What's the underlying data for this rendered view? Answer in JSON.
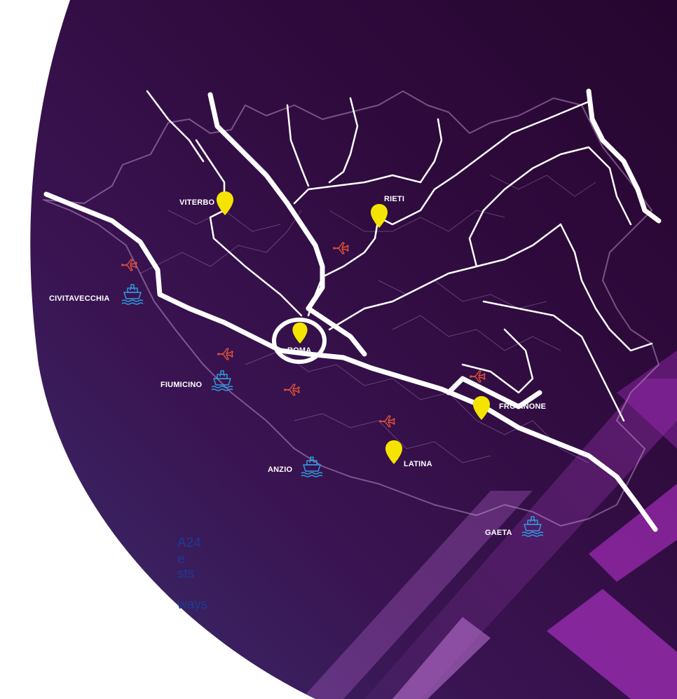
{
  "side_text": {
    "line1": "A24",
    "line2": "e",
    "line3": "sts",
    "line4": "ways"
  },
  "colors": {
    "background_dark": "#2a0a36",
    "background_mid": "#3a1052",
    "accent_purple": "#9b2bb5",
    "road": "#ffffff",
    "city_pin": "#f5e400",
    "airport": "#e0533b",
    "port": "#2e9be0",
    "side_text": "#1f3a93"
  },
  "cities": [
    {
      "id": "viterbo",
      "label": "VITERBO"
    },
    {
      "id": "rieti",
      "label": "RIETI"
    },
    {
      "id": "roma",
      "label": "ROMA"
    },
    {
      "id": "frosinone",
      "label": "FROSINONE"
    },
    {
      "id": "latina",
      "label": "LATINA"
    }
  ],
  "ports": [
    {
      "id": "civitavecchia",
      "label": "CIVITAVECCHIA"
    },
    {
      "id": "fiumicino",
      "label": "FIUMICINO"
    },
    {
      "id": "anzio",
      "label": "ANZIO"
    },
    {
      "id": "gaeta",
      "label": "GAETA"
    }
  ],
  "icons": {
    "city": "map-pin-icon",
    "airport": "airplane-icon",
    "port": "ship-icon"
  }
}
